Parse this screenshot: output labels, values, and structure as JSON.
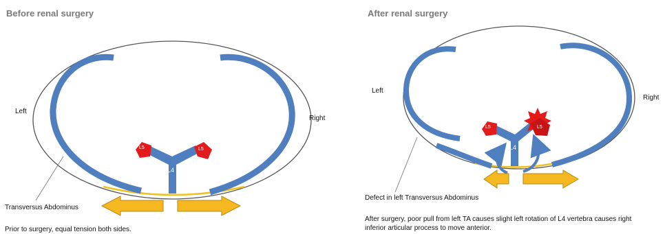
{
  "panels": [
    {
      "title": "Before renal surgery",
      "left_label": "Left",
      "right_label": "Right",
      "vertebra_label": "L4",
      "facet_left_label": "L5",
      "facet_right_label": "L5",
      "callout_label": "Transversus Abdominus",
      "caption": "Prior to surgery, equal tension both sides."
    },
    {
      "title": "After renal surgery",
      "left_label": "Left",
      "right_label": "Right",
      "vertebra_label": "L4",
      "facet_left_label": "L5",
      "facet_right_label": "L5",
      "callout_label": "Defect in left Transversus Abdominus",
      "caption_line1": "After surgery, poor pull from left TA causes slight left rotation of L4 vertebra causes right",
      "caption_line2": "inferior articular process to move anterior."
    }
  ],
  "colors": {
    "muscle": "#4f7fbf",
    "facet": "#e31b1b",
    "arrow_fill": "#f5b820",
    "arrow_stroke": "#b88a10",
    "outline": "#555555",
    "fascia": "#f0c020"
  }
}
